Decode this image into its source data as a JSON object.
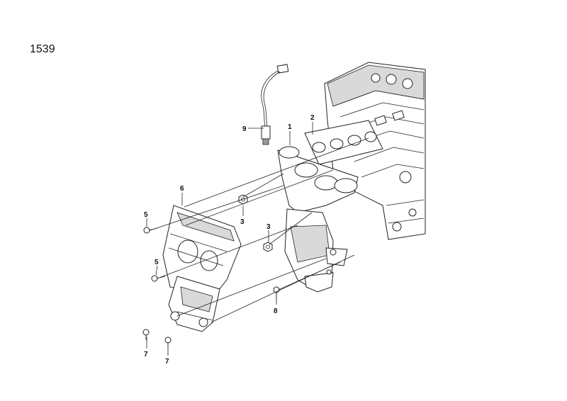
{
  "diagram_id": "1539",
  "callouts": {
    "c1": "1",
    "c2": "2",
    "c3a": "3",
    "c3b": "3",
    "c5a": "5",
    "c5b": "5",
    "c6": "6",
    "c7a": "7",
    "c7b": "7",
    "c8": "8",
    "c9": "9"
  },
  "colors": {
    "line": "#222222",
    "shade": "#d9d9d9",
    "dark": "#9a9a9a"
  }
}
